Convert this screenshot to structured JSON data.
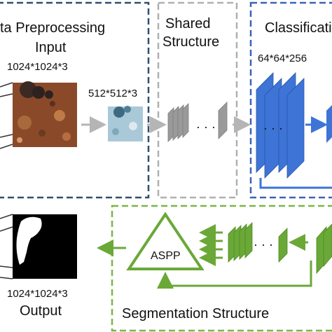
{
  "preprocessing": {
    "title": "ta Preprocessing",
    "input_label": "Input",
    "input_size": "1024*1024*3",
    "resized_size": "512*512*3"
  },
  "shared": {
    "title_line1": "Shared",
    "title_line2": "Structure",
    "ellipsis": "· · ·"
  },
  "classification": {
    "title": "Classificati",
    "feature_size": "64*64*256",
    "ellipsis": "· · ·"
  },
  "segmentation": {
    "module_label": "ASPP",
    "title": "Segmentation Structure",
    "ellipsis": "· · ·"
  },
  "output": {
    "size": "1024*1024*3",
    "label": "Output"
  },
  "colors": {
    "preprocessing_border": "#2f4f6f",
    "shared_border": "#b0b0b0",
    "classification_border": "#3a64b8",
    "segmentation_border": "#7ab648",
    "blue_layer": "#3d74d6",
    "green_layer": "#6aa837",
    "gray_layer": "#9a9a9a"
  }
}
